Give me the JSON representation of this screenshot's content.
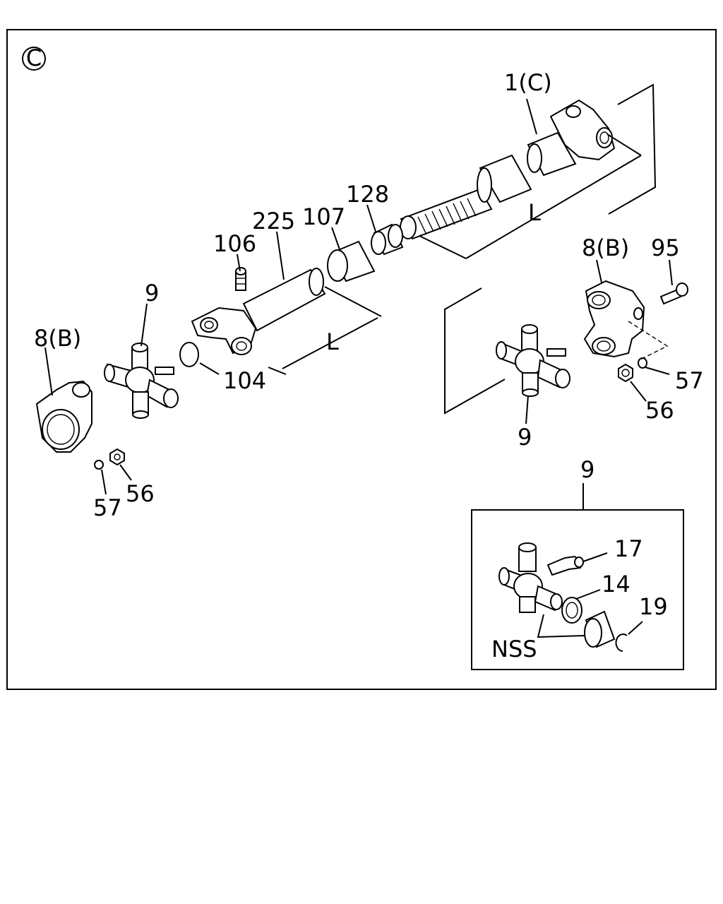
{
  "view_marker": "C",
  "labels": {
    "shaft_c": "1(C)",
    "yoke_right": "8(B)",
    "bolt": "95",
    "spline_length": "L",
    "tube_length": "L",
    "bushing": "128",
    "sleeve": "107",
    "tube": "225",
    "grease_fitting": "106",
    "cross_left": "9",
    "yoke_left": "8(B)",
    "plug": "104",
    "washer_right": "57",
    "nut_right": "56",
    "cross_right": "9",
    "washer_left": "57",
    "nut_left": "56",
    "kit_title": "9",
    "kit_fitting": "17",
    "kit_seal": "14",
    "kit_snap_ring": "19",
    "kit_nss": "NSS"
  }
}
